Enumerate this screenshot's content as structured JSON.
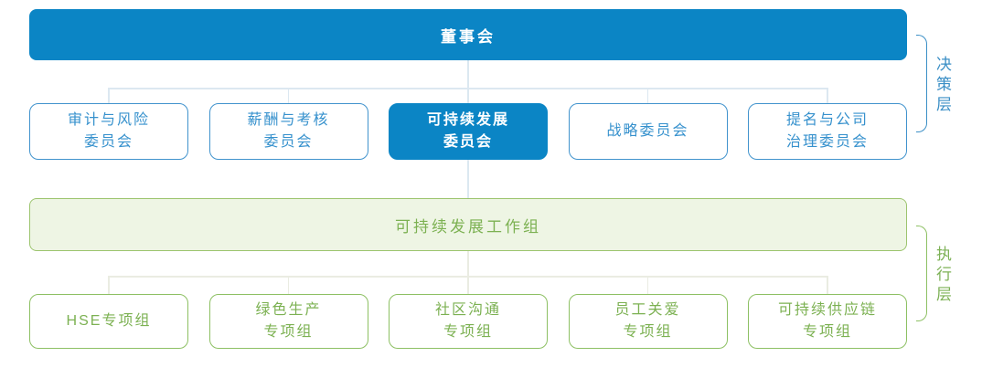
{
  "org_chart": {
    "board": {
      "label": "董事会"
    },
    "layers": {
      "decision": "决策层",
      "execution": "执行层"
    },
    "committees": [
      {
        "label": "审计与风险\n委员会",
        "highlighted": false
      },
      {
        "label": "薪酬与考核\n委员会",
        "highlighted": false
      },
      {
        "label": "可持续发展\n委员会",
        "highlighted": true
      },
      {
        "label": "战略委员会",
        "highlighted": false
      },
      {
        "label": "提名与公司\n治理委员会",
        "highlighted": false
      }
    ],
    "working_group": {
      "label": "可持续发展工作组"
    },
    "task_groups": [
      {
        "label": "HSE专项组"
      },
      {
        "label": "绿色生产\n专项组"
      },
      {
        "label": "社区沟通\n专项组"
      },
      {
        "label": "员工关爱\n专项组"
      },
      {
        "label": "可持续供应链\n专项组"
      }
    ],
    "colors": {
      "primary_blue": "#0b85c5",
      "blue_border": "#4193cd",
      "blue_text": "#3691cd",
      "green_border": "#8dc063",
      "green_text": "#7cb152",
      "working_group_fill": "#eef5e4",
      "connector_blue": "#dce8f1",
      "connector_green": "#eaece2",
      "board_text": "#ffffff"
    }
  }
}
